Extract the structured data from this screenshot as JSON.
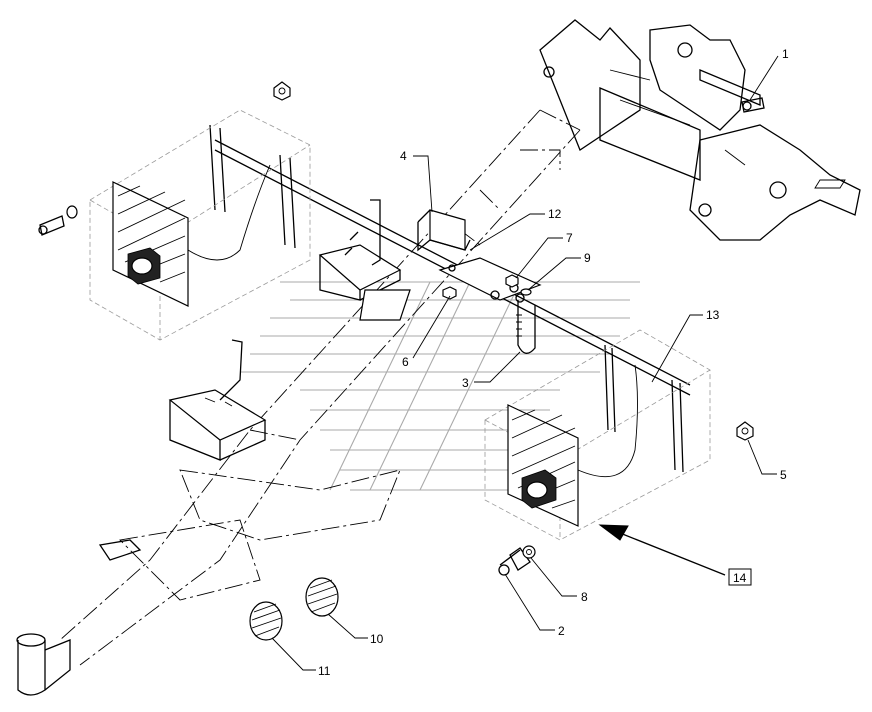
{
  "diagram": {
    "callouts": [
      {
        "id": "c1",
        "text": "1"
      },
      {
        "id": "c2",
        "text": "2"
      },
      {
        "id": "c3",
        "text": "3"
      },
      {
        "id": "c4",
        "text": "4"
      },
      {
        "id": "c5",
        "text": "5"
      },
      {
        "id": "c6",
        "text": "6"
      },
      {
        "id": "c7",
        "text": "7"
      },
      {
        "id": "c8",
        "text": "8"
      },
      {
        "id": "c9",
        "text": "9"
      },
      {
        "id": "c10",
        "text": "10"
      },
      {
        "id": "c11",
        "text": "11"
      },
      {
        "id": "c12",
        "text": "12"
      },
      {
        "id": "c13",
        "text": "13"
      }
    ],
    "view_marker": "14"
  }
}
